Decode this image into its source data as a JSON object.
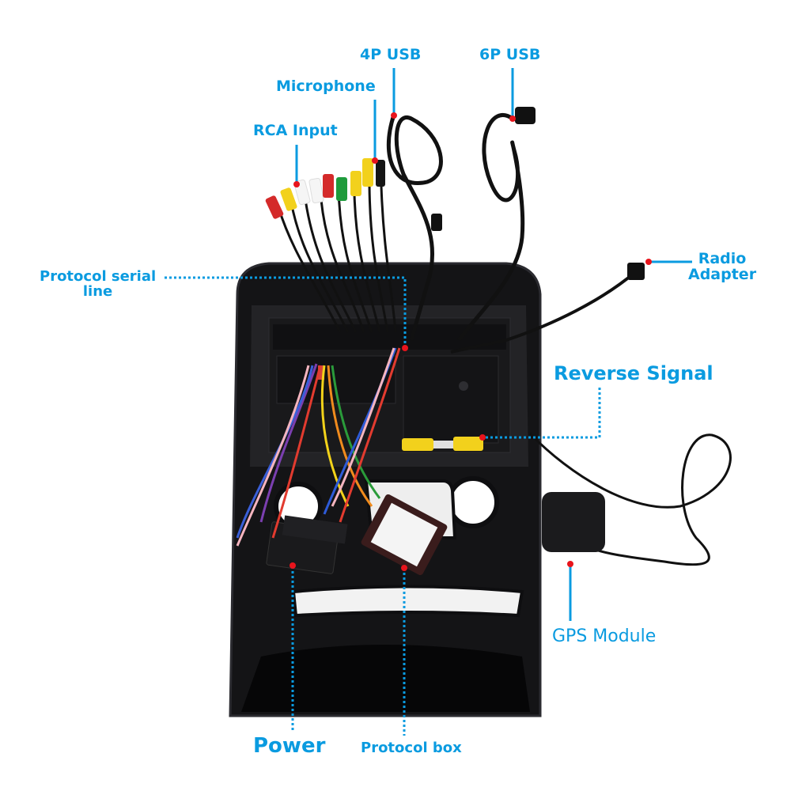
{
  "diagram": {
    "subject": "Car head unit installation kit with frame, wiring harness and accessories",
    "accent_color": "#0a9be0",
    "marker_color": "#e8141c",
    "callouts": [
      {
        "id": "usb4",
        "label": "4P USB"
      },
      {
        "id": "usb6",
        "label": "6P USB"
      },
      {
        "id": "microphone",
        "label": "Microphone"
      },
      {
        "id": "rca",
        "label": "RCA Input"
      },
      {
        "id": "protocol_serial",
        "label_line1": "Protocol serial",
        "label_line2": "line"
      },
      {
        "id": "radio",
        "label_line1": "Radio",
        "label_line2": "Adapter"
      },
      {
        "id": "reverse",
        "label": "Reverse Signal"
      },
      {
        "id": "gps",
        "label": "GPS Module"
      },
      {
        "id": "power",
        "label": "Power"
      },
      {
        "id": "protocol_box",
        "label": "Protocol box"
      }
    ]
  }
}
